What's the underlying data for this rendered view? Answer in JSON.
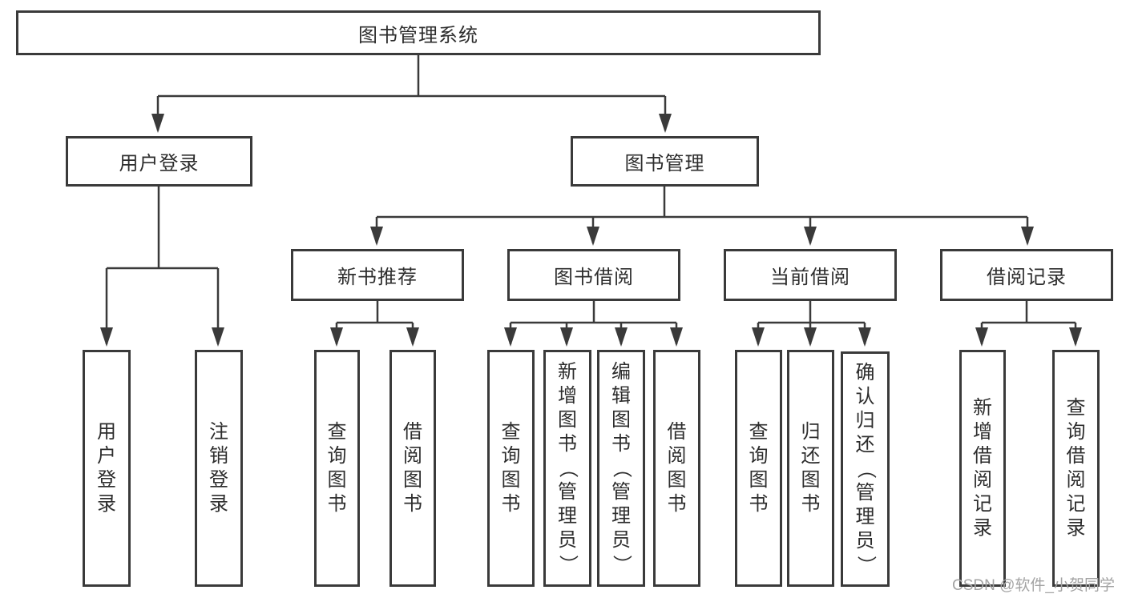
{
  "diagram": {
    "root": {
      "label": "图书管理系统"
    },
    "branches": [
      {
        "label": "用户登录",
        "children": [
          {
            "label": "用户登录"
          },
          {
            "label": "注销登录"
          }
        ]
      },
      {
        "label": "图书管理",
        "children": [
          {
            "label": "新书推荐",
            "children": [
              {
                "label": "查询图书"
              },
              {
                "label": "借阅图书"
              }
            ]
          },
          {
            "label": "图书借阅",
            "children": [
              {
                "label": "查询图书"
              },
              {
                "label": "新增图书（管理员）"
              },
              {
                "label": "编辑图书（管理员）"
              },
              {
                "label": "借阅图书"
              }
            ]
          },
          {
            "label": "当前借阅",
            "children": [
              {
                "label": "查询图书"
              },
              {
                "label": "归还图书"
              },
              {
                "label": "确认归还（管理员）"
              }
            ]
          },
          {
            "label": "借阅记录",
            "children": [
              {
                "label": "新增借阅记录"
              },
              {
                "label": "查询借阅记录"
              }
            ]
          }
        ]
      }
    ]
  },
  "watermark": {
    "text": "CSDN @软件_小贺同学"
  },
  "colors": {
    "line": "#3a3a3a",
    "box_border": "#3a3a3a",
    "text": "#2d2d2d",
    "background": "#ffffff",
    "watermark": "#a3a3a3"
  }
}
